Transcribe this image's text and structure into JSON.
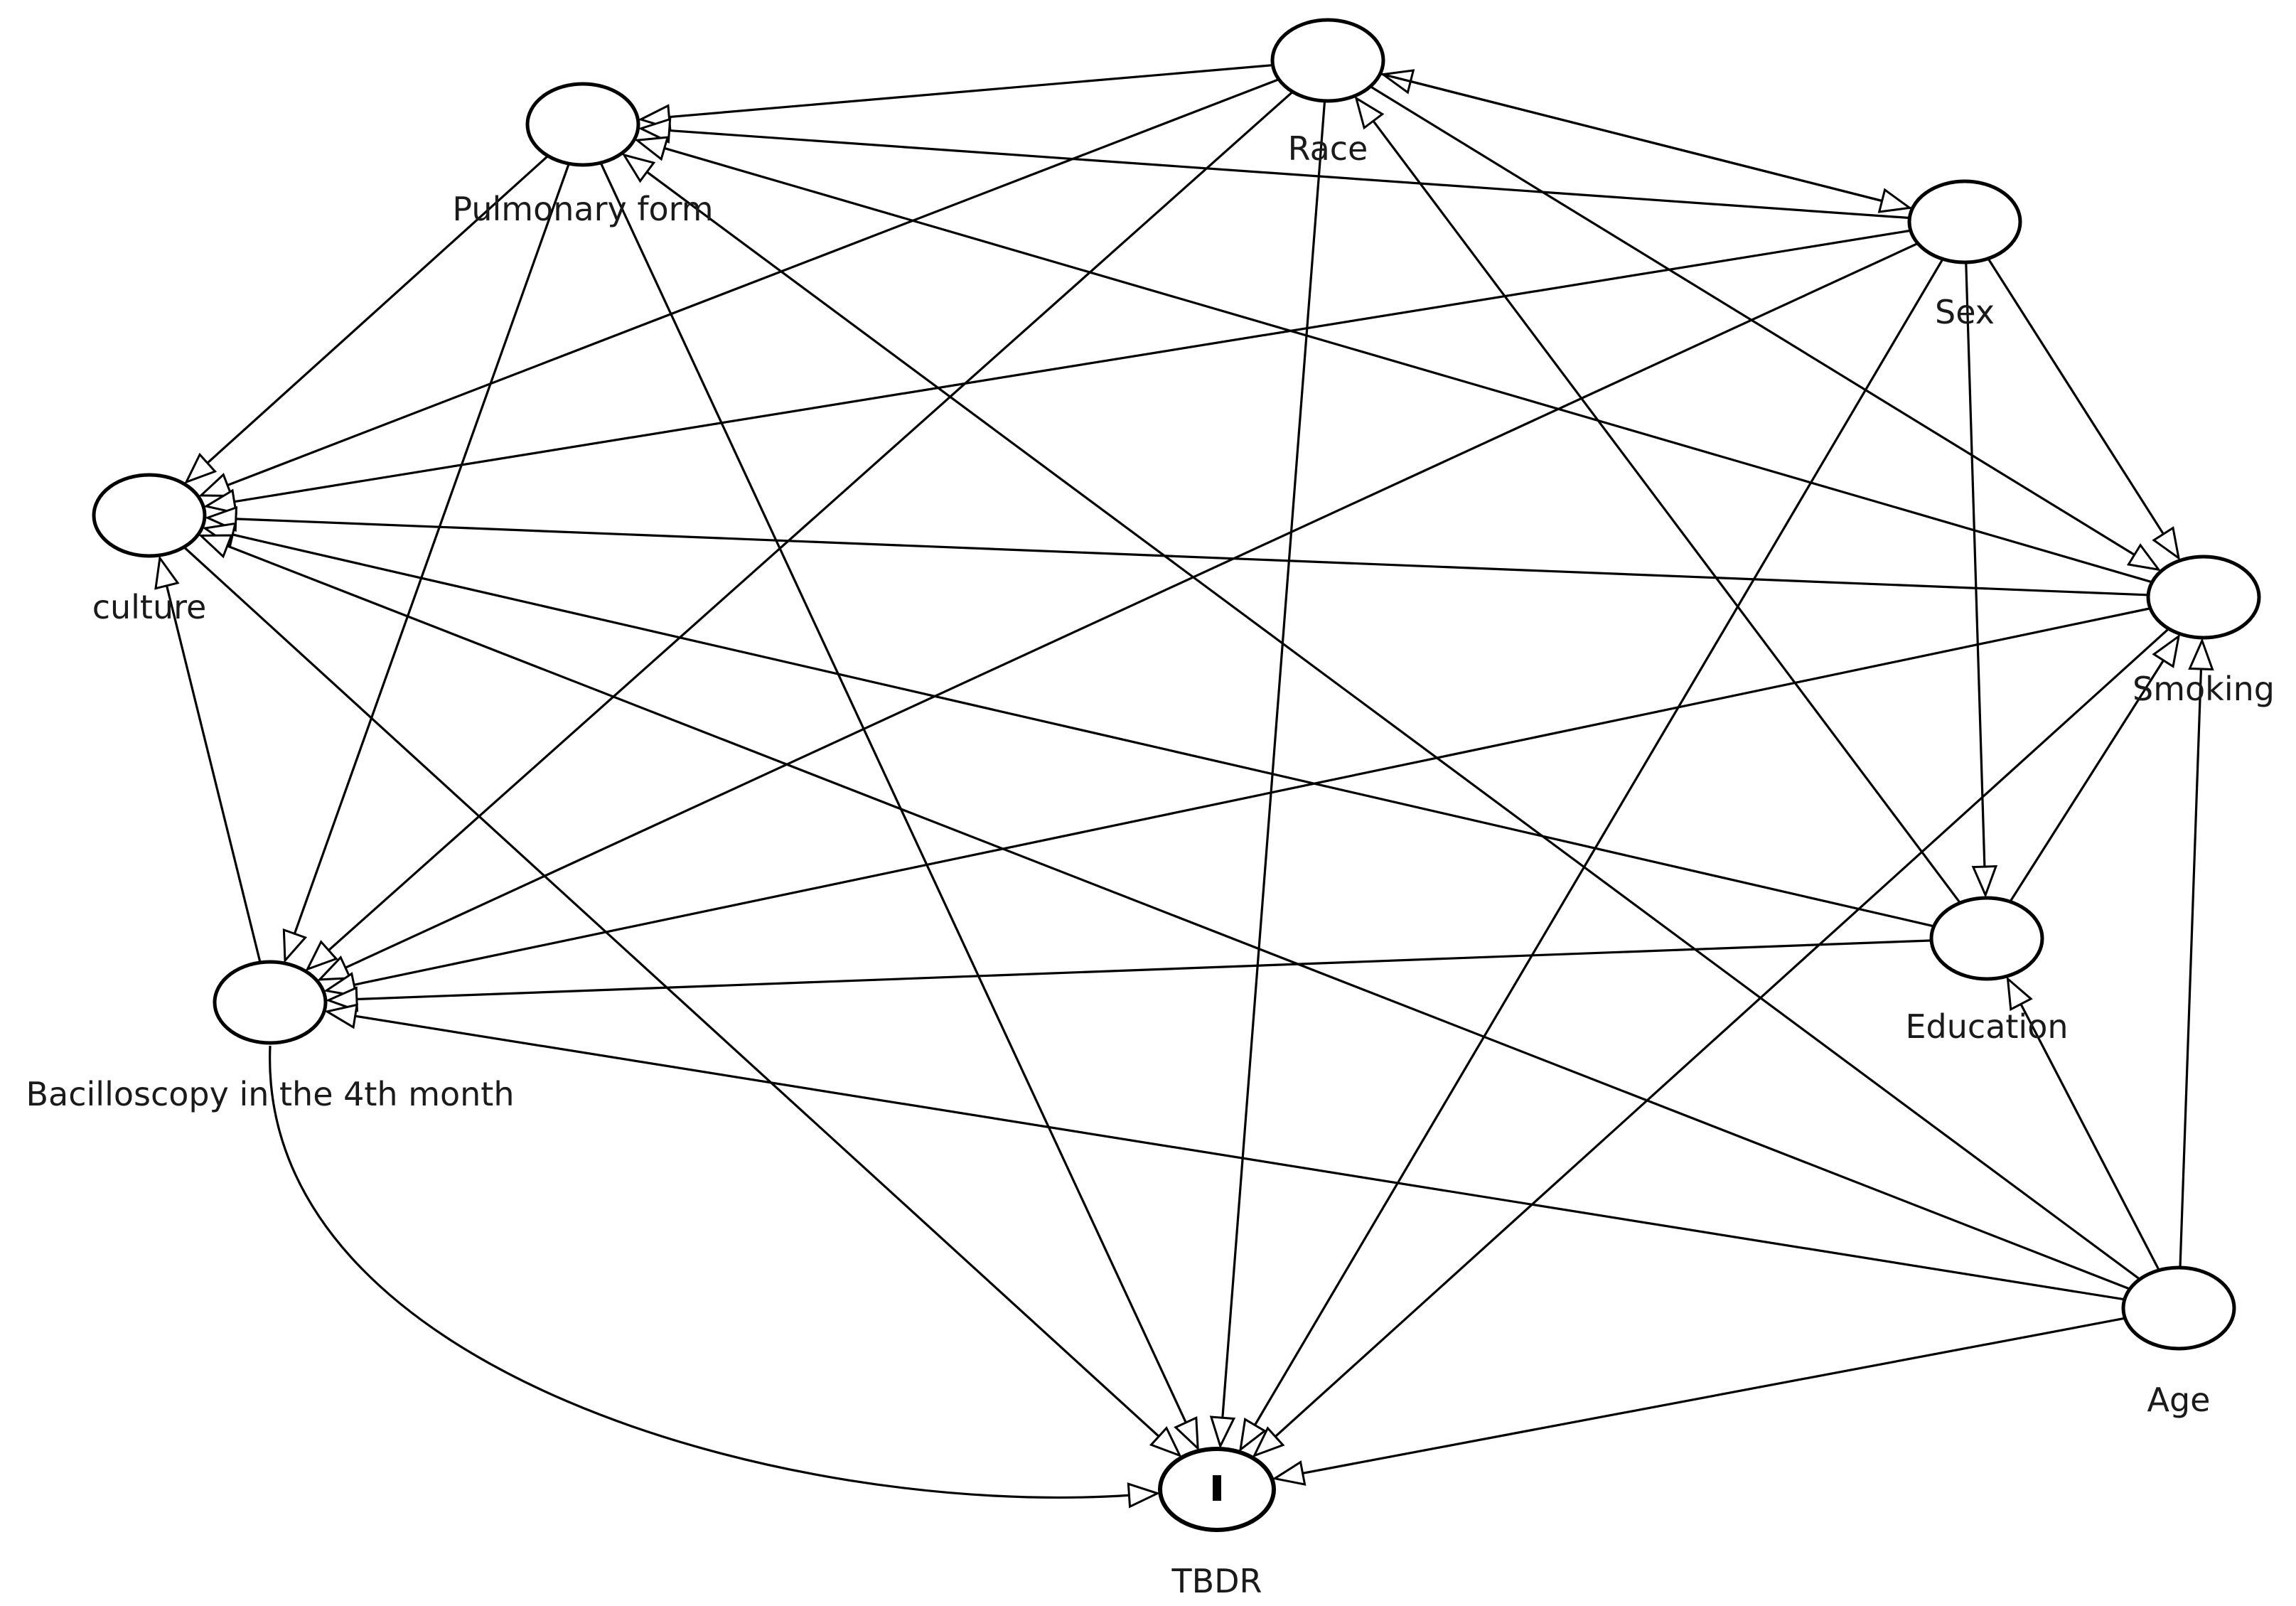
{
  "diagram": {
    "type": "directed-acyclic-graph",
    "colors": {
      "node_fill": "#ffffff",
      "outcome_fill": "#1ab2db",
      "stroke": "#000000",
      "label": "#1a1a1a"
    },
    "nodes": [
      {
        "id": "race",
        "label": "Race"
      },
      {
        "id": "pulmonary",
        "label": "Pulmonary form"
      },
      {
        "id": "sex",
        "label": "Sex"
      },
      {
        "id": "culture",
        "label": "culture"
      },
      {
        "id": "smoking",
        "label": "Smoking"
      },
      {
        "id": "bacilloscopy",
        "label": "Bacilloscopy in the 4th month"
      },
      {
        "id": "education",
        "label": "Education"
      },
      {
        "id": "age",
        "label": "Age"
      },
      {
        "id": "tbdr",
        "label": "TBDR",
        "outcome": true,
        "marker_symbol": "I"
      }
    ],
    "edges": [
      {
        "from": "race",
        "to": "pulmonary"
      },
      {
        "from": "race",
        "to": "culture"
      },
      {
        "from": "race",
        "to": "bacilloscopy"
      },
      {
        "from": "race",
        "to": "tbdr"
      },
      {
        "from": "race",
        "to": "smoking"
      },
      {
        "from": "sex",
        "to": "race"
      },
      {
        "from": "race",
        "to": "sex"
      },
      {
        "from": "sex",
        "to": "pulmonary"
      },
      {
        "from": "sex",
        "to": "culture"
      },
      {
        "from": "sex",
        "to": "bacilloscopy"
      },
      {
        "from": "sex",
        "to": "tbdr"
      },
      {
        "from": "sex",
        "to": "smoking"
      },
      {
        "from": "sex",
        "to": "education"
      },
      {
        "from": "pulmonary",
        "to": "culture"
      },
      {
        "from": "pulmonary",
        "to": "bacilloscopy"
      },
      {
        "from": "pulmonary",
        "to": "tbdr"
      },
      {
        "from": "smoking",
        "to": "pulmonary"
      },
      {
        "from": "smoking",
        "to": "culture"
      },
      {
        "from": "smoking",
        "to": "bacilloscopy"
      },
      {
        "from": "smoking",
        "to": "tbdr"
      },
      {
        "from": "education",
        "to": "smoking"
      },
      {
        "from": "education",
        "to": "race"
      },
      {
        "from": "education",
        "to": "culture"
      },
      {
        "from": "education",
        "to": "bacilloscopy"
      },
      {
        "from": "age",
        "to": "education"
      },
      {
        "from": "age",
        "to": "smoking"
      },
      {
        "from": "age",
        "to": "pulmonary"
      },
      {
        "from": "age",
        "to": "culture"
      },
      {
        "from": "age",
        "to": "bacilloscopy"
      },
      {
        "from": "age",
        "to": "tbdr"
      },
      {
        "from": "bacilloscopy",
        "to": "culture"
      },
      {
        "from": "culture",
        "to": "tbdr"
      },
      {
        "from": "bacilloscopy",
        "to": "tbdr"
      }
    ]
  }
}
